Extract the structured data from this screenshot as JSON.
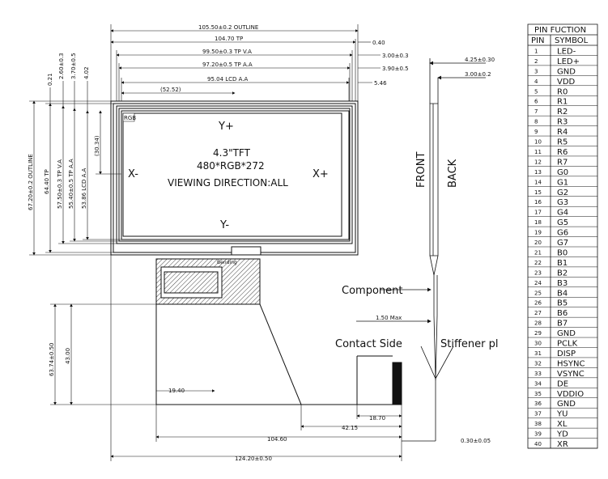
{
  "dims": {
    "top": [
      "105.50±0.2 OUTLINE",
      "104.70 TP",
      "99.50±0.3 TP V.A",
      "97.20±0.5 TP A.A",
      "95.04 LCD A.A",
      "(52.52)"
    ],
    "top_right": [
      "0.40",
      "3.00±0.3",
      "3.90±0.5",
      "5.46"
    ],
    "left": [
      "0.21",
      "2.60±0.3",
      "3.70±0.5",
      "4.02"
    ],
    "left_vertical": [
      "67.20±0.2 OUTLINE",
      "64.40 TP",
      "57.50±0.3 TP V.A",
      "55.40±0.5 TP A.A",
      "53.86 LCD A.A",
      "(30.34)"
    ],
    "side": [
      "4.25±0.30",
      "3.00±0.2",
      "1.50 Max"
    ],
    "bottom": [
      "19.40",
      "18.70",
      "42.15",
      "104.60",
      "124.20±0.50",
      "0.30±0.05"
    ],
    "bottom_left_vertical": [
      "63.74±0.50",
      "43.00"
    ]
  },
  "panel": {
    "rgb": "RGB",
    "y_plus": "Y+",
    "y_minus": "Y-",
    "x_minus": "X-",
    "x_plus": "X+",
    "line1": "4.3\"TFT",
    "line2": "480*RGB*272",
    "line3": "VIEWING DIRECTION:ALL",
    "bending": "Bending"
  },
  "labels": {
    "front": "FRONT",
    "back": "BACK",
    "component": "Component",
    "contact_side": "Contact Side",
    "stiffener": "Stiffener pl"
  },
  "pin_table": {
    "header_title": "PIN FUCTION",
    "col_pin": "PIN",
    "col_symbol": "SYMBOL",
    "rows": [
      {
        "pin": "1",
        "symbol": "LED-"
      },
      {
        "pin": "2",
        "symbol": "LED+"
      },
      {
        "pin": "3",
        "symbol": "GND"
      },
      {
        "pin": "4",
        "symbol": "VDD"
      },
      {
        "pin": "5",
        "symbol": "R0"
      },
      {
        "pin": "6",
        "symbol": "R1"
      },
      {
        "pin": "7",
        "symbol": "R2"
      },
      {
        "pin": "8",
        "symbol": "R3"
      },
      {
        "pin": "9",
        "symbol": "R4"
      },
      {
        "pin": "10",
        "symbol": "R5"
      },
      {
        "pin": "11",
        "symbol": "R6"
      },
      {
        "pin": "12",
        "symbol": "R7"
      },
      {
        "pin": "13",
        "symbol": "G0"
      },
      {
        "pin": "14",
        "symbol": "G1"
      },
      {
        "pin": "15",
        "symbol": "G2"
      },
      {
        "pin": "16",
        "symbol": "G3"
      },
      {
        "pin": "17",
        "symbol": "G4"
      },
      {
        "pin": "18",
        "symbol": "G5"
      },
      {
        "pin": "19",
        "symbol": "G6"
      },
      {
        "pin": "20",
        "symbol": "G7"
      },
      {
        "pin": "21",
        "symbol": "B0"
      },
      {
        "pin": "22",
        "symbol": "B1"
      },
      {
        "pin": "23",
        "symbol": "B2"
      },
      {
        "pin": "24",
        "symbol": "B3"
      },
      {
        "pin": "25",
        "symbol": "B4"
      },
      {
        "pin": "26",
        "symbol": "B5"
      },
      {
        "pin": "27",
        "symbol": "B6"
      },
      {
        "pin": "28",
        "symbol": "B7"
      },
      {
        "pin": "29",
        "symbol": "GND"
      },
      {
        "pin": "30",
        "symbol": "PCLK"
      },
      {
        "pin": "31",
        "symbol": "DISP"
      },
      {
        "pin": "32",
        "symbol": "HSYNC"
      },
      {
        "pin": "33",
        "symbol": "VSYNC"
      },
      {
        "pin": "34",
        "symbol": "DE"
      },
      {
        "pin": "35",
        "symbol": "VDDIO"
      },
      {
        "pin": "36",
        "symbol": "GND"
      },
      {
        "pin": "37",
        "symbol": "YU"
      },
      {
        "pin": "38",
        "symbol": "XL"
      },
      {
        "pin": "39",
        "symbol": "YD"
      },
      {
        "pin": "40",
        "symbol": "XR"
      }
    ]
  }
}
